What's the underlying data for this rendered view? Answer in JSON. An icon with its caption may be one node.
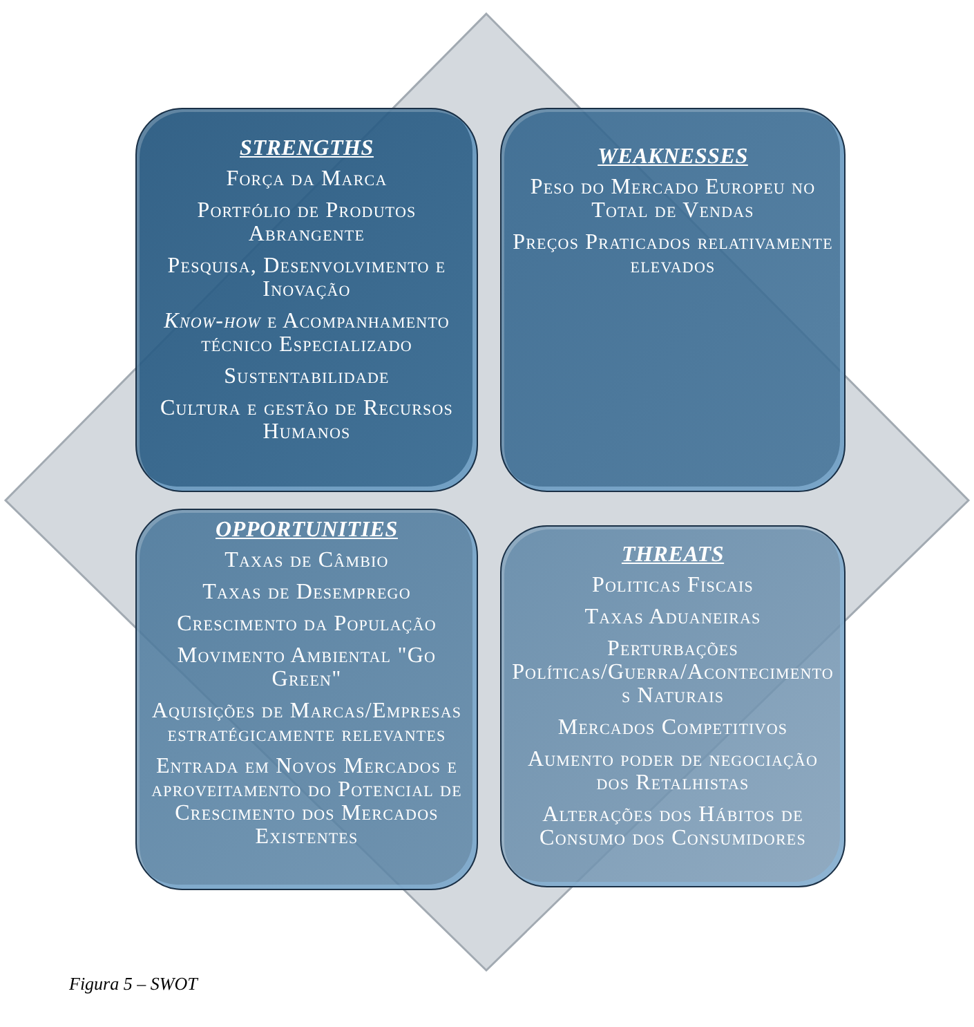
{
  "diagram": {
    "caption": "Figura 5 – SWOT",
    "nodes": [
      {
        "text": [
          "STRENGTHS",
          "Força da Marca",
          "Portfólio de Produtos Abrangente",
          "Pesquisa, Desenvolvimento e Inovação",
          "*Know-how* e Acompanhamento técnico Especializado",
          "Sustentabilidade",
          "Cultura e gestão de Recursos Humanos"
        ]
      },
      {
        "text": [
          "WEAKNESSES",
          "Peso do Mercado Europeu no Total de Vendas",
          "Preços Praticados relativamente elevados"
        ]
      },
      {
        "text": [
          "OPPORTUNITIES",
          "Taxas de Câmbio",
          "Taxas de Desemprego",
          "Crescimento da População",
          "Movimento Ambiental \"Go Green\"",
          "Aquisições de Marcas/Empresas estratégicamente relevantes",
          "Entrada em Novos Mercados e aproveitamento do Potencial de Crescimento dos Mercados Existentes"
        ]
      },
      {
        "text": [
          "THREATS",
          "Politicas Fiscais",
          "Taxas Aduaneiras",
          "Perturbações Políticas/Guerra/Acontecimentos Naturais",
          "Mercados Competitivos",
          "Aumento poder de negociação dos Retalhistas",
          "Alterações dos Hábitos de Consumo dos Consumidores"
        ]
      }
    ]
  }
}
